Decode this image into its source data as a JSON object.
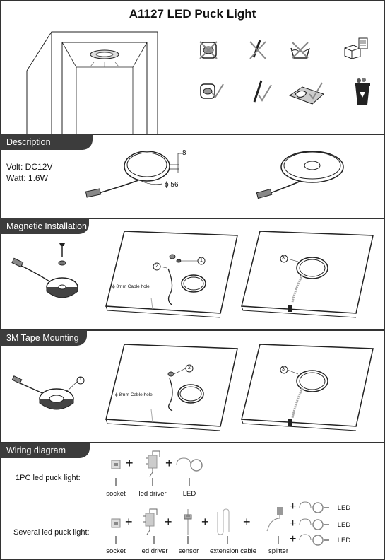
{
  "title": "A1127 LED Puck Light",
  "sections": {
    "description": "Description",
    "magnetic": "Magnetic Installation",
    "tape": "3M Tape Mounting",
    "wiring": "Wiring diagram"
  },
  "specs": {
    "volt": "Volt: DC12V",
    "watt": "Watt: 1.6W",
    "height": "8",
    "diameter": "ϕ 56"
  },
  "install": {
    "cable_hole": "ϕ 8mm Cable hole",
    "num1": "1",
    "num2": "2",
    "num3": "3"
  },
  "wiring": {
    "single_label": "1PC led puck light:",
    "several_label": "Several led puck light:",
    "single_items": [
      "socket",
      "led driver",
      "LED"
    ],
    "several_items": [
      "socket",
      "led driver",
      "sensor",
      "extension cable",
      "splitter"
    ],
    "led": "LED"
  },
  "icons": [
    "no-hardwire-ceiling-icon",
    "no-screwdriver-icon",
    "no-wash-icon",
    "package-icon",
    "ceiling-mount-ok-icon",
    "screwdriver-ok-icon",
    "cleaning-cloth-icon",
    "recycle-bin-icon"
  ]
}
